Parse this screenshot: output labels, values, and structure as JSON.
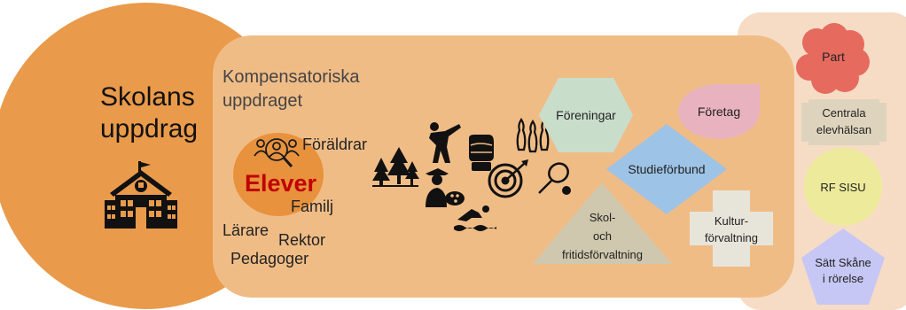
{
  "outer": {
    "title_line1": "Skolans",
    "title_line2": "uppdrag",
    "icon": "school-building-icon"
  },
  "middle": {
    "title_line1": "Kompensatoriska",
    "title_line2": "uppdraget",
    "center_label": "Elever",
    "center_icon": "people-search-icon",
    "labels": {
      "foraldrar": "Föräldrar",
      "familj": "Familj",
      "larare": "Lärare",
      "rektor": "Rektor",
      "pedagoger": "Pedagoger"
    },
    "activity_icons": [
      "forest-icon",
      "karate-icon",
      "boxing-glove-icon",
      "bowling-icon",
      "artist-palette-icon",
      "target-icon",
      "tennis-icon",
      "swimmer-icon"
    ]
  },
  "organizations": {
    "foreningar": "Föreningar",
    "foretag": "Företag",
    "studieforbund": "Studieförbund",
    "skol_line1": "Skol-",
    "skol_line2": "och",
    "skol_line3": "fritidsförvaltning",
    "kultur_line1": "Kultur-",
    "kultur_line2": "förvaltning"
  },
  "right_panel": {
    "part": "Part",
    "centrala_line1": "Centrala",
    "centrala_line2": "elevhälsan",
    "rfsisu": "RF SISU",
    "satt_line1": "Sätt Skåne",
    "satt_line2": "i rörelse"
  },
  "colors": {
    "outer_circle": "#E99A4A",
    "middle_panel": "#F0BC86",
    "right_panel": "#F6DCC4",
    "elever_circle": "#E8923E",
    "elever_text": "#C00000",
    "hexagon": "#C9DDCB",
    "teardrop": "#E8B3BF",
    "diamond": "#9DC3E6",
    "triangle": "#CFC8AE",
    "cross": "#E7E5DA",
    "cloud": "#E66A5E",
    "scroll": "#DED4BD",
    "circle_yellow": "#EDEB9B",
    "pentagon": "#C7C7F5"
  }
}
